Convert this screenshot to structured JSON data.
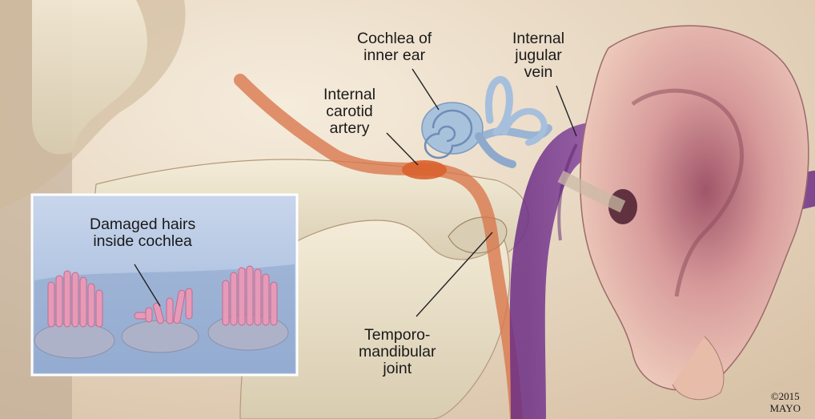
{
  "labels": {
    "cochlea": [
      "Cochlea of",
      "inner ear"
    ],
    "jugular": [
      "Internal",
      "jugular",
      "vein"
    ],
    "carotid": [
      "Internal",
      "carotid",
      "artery"
    ],
    "tmj": [
      "Temporo-",
      "mandibular",
      "joint"
    ],
    "damaged_hairs": [
      "Damaged hairs",
      "inside cochlea"
    ]
  },
  "copyright": [
    "©2015",
    "MAYO"
  ],
  "colors": {
    "background": "#efe2cf",
    "bone": "#ebe1c8",
    "skin": "#e9c3b3",
    "jugular_vein": "#8a4aa0",
    "carotid_artery": "#d86a3a",
    "cochlea": "#a9c2dc",
    "inset_fluid": "#b8cde6",
    "hair_cells": "#e79ab8"
  }
}
